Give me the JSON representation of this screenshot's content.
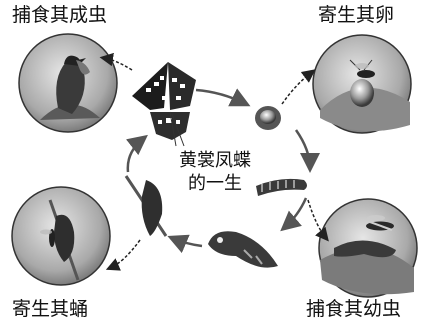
{
  "labels": {
    "top_left": "捕食其成虫",
    "top_right": "寄生其卵",
    "bottom_left": "寄生其蛹",
    "bottom_right": "捕食其幼虫"
  },
  "center_title": {
    "line1": "黄裳凤蝶",
    "line2": "的一生"
  },
  "stages": [
    "adult-butterfly",
    "egg",
    "larva",
    "pupa"
  ],
  "enemies": [
    "bird",
    "egg-parasitoid-wasp",
    "predatory-wasp",
    "pupal-parasitoid-wasp"
  ]
}
